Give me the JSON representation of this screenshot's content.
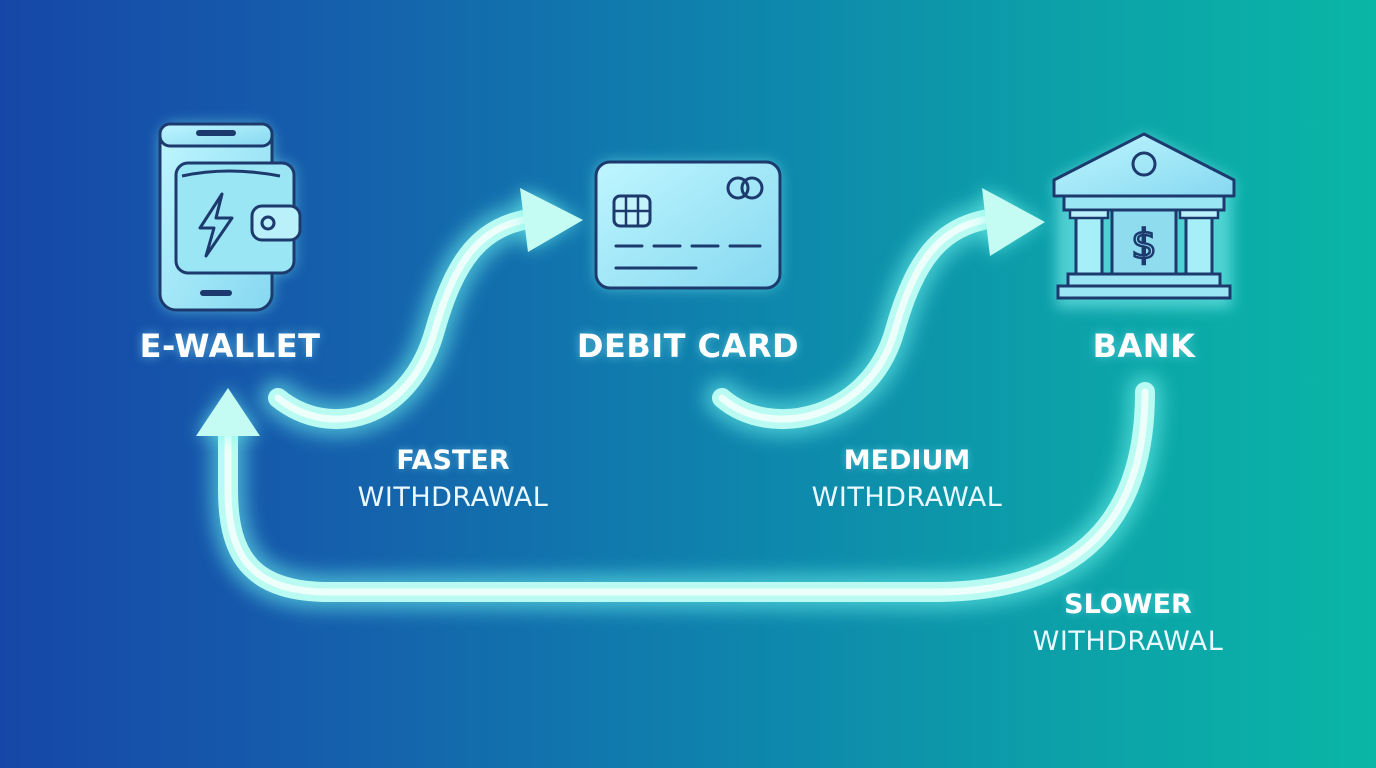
{
  "nodes": {
    "ewallet": {
      "label": "E-WALLET",
      "icon": "ewallet-icon"
    },
    "debit": {
      "label": "DEBIT CARD",
      "icon": "credit-card-icon"
    },
    "bank": {
      "label": "BANK",
      "icon": "bank-icon"
    }
  },
  "flows": {
    "faster": {
      "speed": "FASTER",
      "kind": "WITHDRAWAL"
    },
    "medium": {
      "speed": "MEDIUM",
      "kind": "WITHDRAWAL"
    },
    "slower": {
      "speed": "SLOWER",
      "kind": "WITHDRAWAL"
    }
  },
  "colors": {
    "background_start": "#1647a8",
    "background_end": "#0ab6a6",
    "glow": "#7ff0f0",
    "arrow_core": "#e8fffb",
    "icon_fill": "#a6eef8",
    "icon_stroke": "#1d3a6e",
    "text": "#ffffff"
  }
}
